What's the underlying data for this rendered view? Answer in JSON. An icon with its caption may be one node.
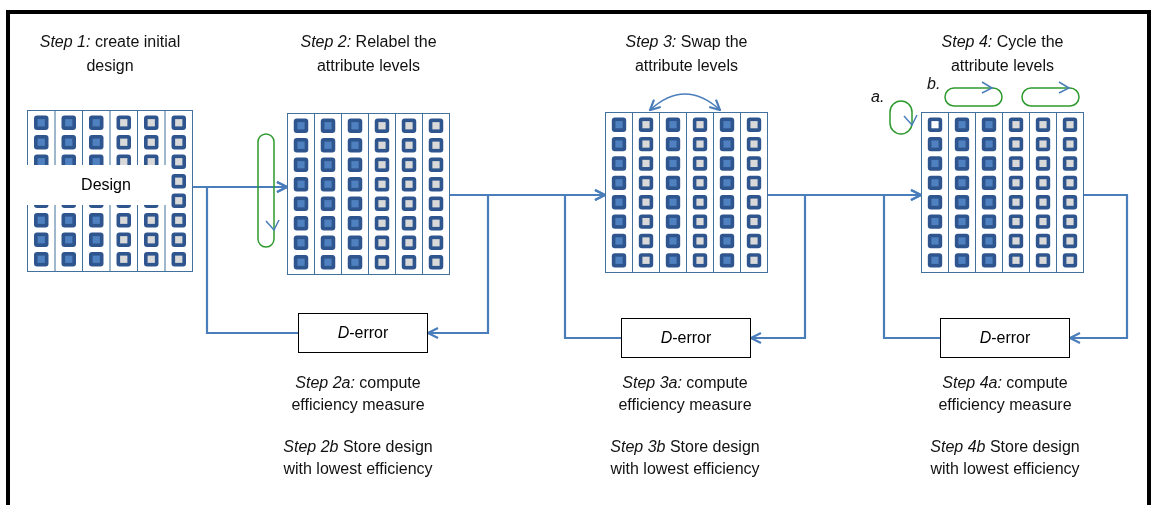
{
  "diagram": {
    "nodes": [
      {
        "text": [
          "*Step 1:* create initial design"
        ]
      },
      {
        "text": [
          "Design"
        ],
        "in": 0
      },
      {
        "text": [
          "*Step 2:* Relabel the attribute levels"
        ]
      },
      {
        "text": [
          "*Step 3:* Swap the attribute levels"
        ]
      },
      {
        "text": [
          "*Step 4:* Cycle the attribute levels"
        ]
      },
      {
        "text": [
          "*D*-error"
        ],
        "beside": [
          "*Step 2a:* compute efficiency measure",
          "*Step 2b* Store design with lowest efficiency"
        ]
      },
      {
        "text": [
          "*D*-error"
        ],
        "beside": [
          "*Step 3a:* compute efficiency measure",
          "*Step 3b* Store design with lowest efficiency"
        ]
      },
      {
        "text": [
          "*D*-error"
        ],
        "beside": [
          "*Step 4a:* compute efficiency measure",
          "*Step 4b* Store design with lowest efficiency"
        ]
      }
    ],
    "edges": [
      {
        "from": 0,
        "to": 2,
        "arrow": "to"
      },
      {
        "from": 2,
        "to": 5,
        "arrow": "to"
      },
      {
        "from": 5,
        "to": 2,
        "arrow": "to"
      },
      {
        "from": 2,
        "to": 3,
        "arrow": "to"
      },
      {
        "from": 3,
        "to": 6,
        "arrow": "to"
      },
      {
        "from": 6,
        "to": 3,
        "arrow": "to"
      },
      {
        "from": 3,
        "to": 4,
        "arrow": "to"
      },
      {
        "from": 4,
        "to": 7,
        "arrow": "to"
      },
      {
        "from": 7,
        "to": 4,
        "arrow": "to"
      }
    ],
    "labels": [
      "a.",
      "b."
    ]
  }
}
